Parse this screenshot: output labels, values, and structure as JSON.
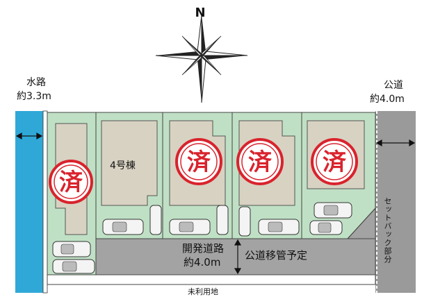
{
  "compass": {
    "label": "N",
    "icon": "compass-rose-icon"
  },
  "water_channel": {
    "name": "水路",
    "width": "約3.3m",
    "color": "#2fa8d8"
  },
  "public_road_east": {
    "name": "公道",
    "width": "約4.0m",
    "color": "#9a9a9a"
  },
  "setback_label": "セットバック部分",
  "development_road": {
    "name": "開発道路",
    "width": "約4.0m",
    "note": "公道移管予定",
    "color": "#a3a3a3"
  },
  "unused_land_label": "未利用地",
  "lots": [
    {
      "label": "",
      "status": "sold"
    },
    {
      "label": "4号棟",
      "status": "available"
    },
    {
      "label": "",
      "status": "sold"
    },
    {
      "label": "",
      "status": "sold"
    },
    {
      "label": "",
      "status": "sold"
    }
  ],
  "sold_stamp_text": "済",
  "colors": {
    "lot_fill": "#bfe0c4",
    "building_fill": "#d8d2c2",
    "stamp_red": "#d9232d",
    "stamp_fill": "#ffffff"
  }
}
